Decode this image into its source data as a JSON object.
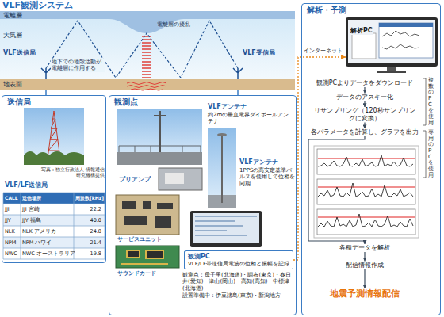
{
  "diagram": {
    "title": "VLF観測システム",
    "nodes": [
      {
        "text": [
          "送信局"
        ]
      },
      {
        "text": [
          "観測点"
        ]
      },
      {
        "text": [
          "解析・予測"
        ]
      },
      {
        "text": [
          "観測PC",
          "VLF/LF帯送信局電波の位相と振幅を記録"
        ],
        "in": 1
      },
      {
        "text": [
          "解析PC"
        ],
        "in": 2
      },
      {
        "text": [
          "観測PCよりデータをダウンロード"
        ],
        "in": 2
      },
      {
        "text": [
          "データのアスキー化"
        ],
        "in": 2
      },
      {
        "text": [
          "リサンプリング（120秒サンプリングに変換）"
        ],
        "in": 2
      },
      {
        "text": [
          "各パラメータを計算し、グラフを出力"
        ],
        "in": 2
      },
      {
        "text": [
          "各種データを解析"
        ],
        "in": 2
      },
      {
        "text": [
          "配信情報作成"
        ],
        "in": 2
      },
      {
        "text": [
          "地震予測情報配信"
        ],
        "in": 2
      }
    ],
    "edges": [
      {
        "from": 3,
        "to": 4,
        "arrow": "to",
        "label": "インターネット"
      },
      {
        "from": 5,
        "to": 6,
        "arrow": "to"
      },
      {
        "from": 6,
        "to": 7,
        "arrow": "to"
      },
      {
        "from": 7,
        "to": 8,
        "arrow": "to"
      },
      {
        "from": 8,
        "to": 9,
        "arrow": "to"
      },
      {
        "from": 9,
        "to": 10,
        "arrow": "to"
      },
      {
        "from": 10,
        "to": 11,
        "arrow": "to"
      }
    ],
    "labels": [
      "電離層",
      "大気層",
      "VLF送信局",
      "VLF受信局",
      "電離層の擾乱",
      "地下での地殻活動が電離層に作用する",
      "地表面",
      "写真：独立行政法人 情報通信研究機構提供",
      "VLF/LF送信局",
      "CALL",
      "送信場所",
      "周波数[kHz]",
      "JJI",
      "JJI 宮崎",
      "22.2",
      "JJY",
      "JJY 福島",
      "40.0",
      "NLK",
      "NLK アメリカ",
      "24.8",
      "NPM",
      "NPM ハワイ",
      "21.4",
      "NWC",
      "NWC オーストラリア",
      "19.8",
      "VLFアンテナ",
      "約2mの垂直電界ダイポールアンテナ",
      "プリアンプ",
      "VLFアンテナ",
      "1PPSの高安定基準パルスを使用して位相を同期",
      "サービスユニット",
      "サウンドカード",
      "観測点：母子里(北海道)・調布(東京)・春日井(愛知)・津山(岡山)・高知(高知)・中標津(北海道)",
      "設置準備中：伊豆諸島(東京)・新潟地方",
      "複数のPCを使用",
      "専用のPCを使用"
    ]
  }
}
